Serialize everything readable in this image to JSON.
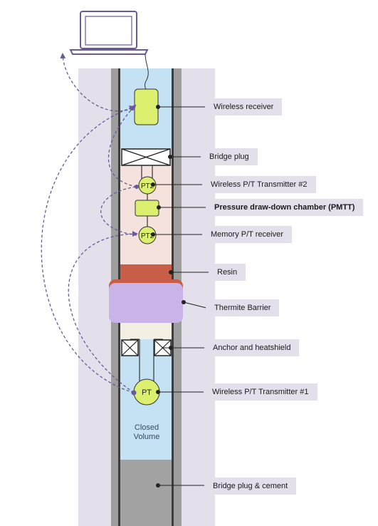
{
  "labels": {
    "wireless_receiver": "Wireless receiver",
    "bridge_plug": "Bridge plug",
    "pt_transmitter_2": "Wireless P/T Transmitter #2",
    "pressure_chamber": "Pressure draw-down chamber (PMTT)",
    "memory_receiver": "Memory P/T receiver",
    "resin": "Resin",
    "thermite_barrier": "Thermite Barrier",
    "anchor_heatshield": "Anchor and heatshield",
    "pt_transmitter_1": "Wireless P/T Transmitter #1",
    "bridge_plug_cement": "Bridge plug & cement"
  },
  "gauges": {
    "pt2_upper": "PT2",
    "pt2_lower": "PT2",
    "pt1": "PT"
  },
  "closed_volume": {
    "line1": "Closed",
    "line2": "Volume"
  },
  "colors": {
    "formation": "#e3e0eb",
    "casing": "#9e9e9e",
    "casing_inner": "#3d3d3d",
    "fluid": "#c4e2f4",
    "chamber_zone": "#f5e2dc",
    "resin": "#c95e48",
    "thermite": "#c9b3e8",
    "heatshield_zone": "#f3efe2",
    "device": "#dcef6e",
    "cement": "#a3a3a3",
    "signal": "#6a5a99"
  },
  "icons": {
    "laptop": "laptop-icon"
  }
}
